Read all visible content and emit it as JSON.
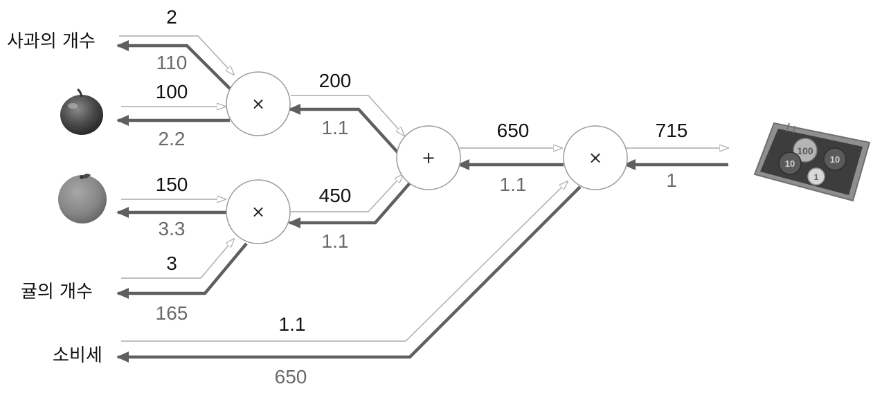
{
  "inputs": {
    "apple_count_label": "사과의 개수",
    "orange_count_label": "귤의 개수",
    "tax_label": "소비세"
  },
  "operators": {
    "mul": "×",
    "add": "+"
  },
  "forward": {
    "apple_count": "2",
    "apple_price": "100",
    "orange_price": "150",
    "orange_count": "3",
    "apple_total": "200",
    "orange_total": "450",
    "sum": "650",
    "tax": "1.1",
    "output": "715"
  },
  "backward": {
    "output_grad": "1",
    "sum_grad": "1.1",
    "apple_total_grad": "1.1",
    "orange_total_grad": "1.1",
    "apple_count_grad": "110",
    "apple_price_grad": "2.2",
    "orange_price_grad": "3.3",
    "orange_count_grad": "165",
    "tax_grad": "650"
  },
  "coin_labels": {
    "coin_100": "100",
    "coin_10a": "10",
    "coin_10b": "10",
    "coin_1": "1"
  }
}
